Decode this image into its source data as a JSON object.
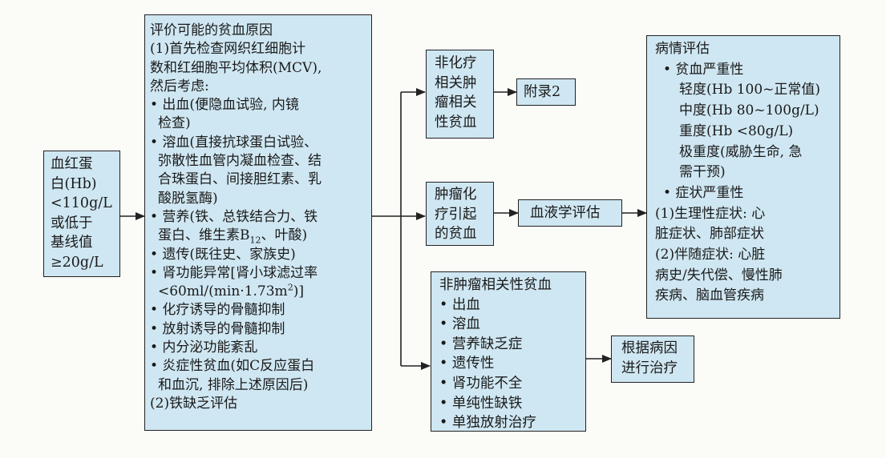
{
  "hb_box": {
    "lines": [
      "血红蛋",
      "白(Hb)",
      "<110g/L",
      "或低于",
      "基线值",
      "≥20g/L"
    ]
  },
  "causes_box": {
    "lines": [
      "评价可能的贫血原因",
      "(1)首先检查网织红细胞计",
      "数和红细胞平均体积(MCV),",
      "然后考虑:",
      "• 出血(便隐血试验, 内镜",
      "检查)",
      "• 溶血(直接抗球蛋白试验、",
      "弥散性血管内凝血检查、结",
      "合珠蛋白、间接胆红素、乳",
      "酸脱氢酶)",
      "• 营养(铁、总铁结合力、铁",
      "蛋白、维生素B",
      "12",
      "、叶酸)",
      "• 遗传(既往史、家族史)",
      "• 肾功能异常[肾小球滤过率",
      "<60ml/(min·1.73m",
      "2",
      ")]",
      "• 化疗诱导的骨髓抑制",
      "• 放射诱导的骨髓抑制",
      "• 内分泌功能紊乱",
      "• 炎症性贫血(如C反应蛋白",
      "和血沉, 排除上述原因后)",
      "(2)铁缺乏评估"
    ]
  },
  "nonchemo_box": {
    "lines": [
      "非化疗",
      "相关肿",
      "瘤相关",
      "性贫血"
    ]
  },
  "appendix_box": {
    "label": "附录2"
  },
  "chemo_box": {
    "lines": [
      "肿瘤化",
      "疗引起",
      "的贫血"
    ]
  },
  "hema_box": {
    "label": "血液学评估"
  },
  "nontumor_box": {
    "lines": [
      "非肿瘤相关性贫血",
      "• 出血",
      "• 溶血",
      "• 营养缺乏症",
      "• 遗传性",
      "• 肾功能不全",
      "• 单纯性缺铁",
      "• 单独放射治疗"
    ]
  },
  "treat_box": {
    "lines": [
      "根据病因",
      "进行治疗"
    ]
  },
  "eval_box": {
    "lines": [
      "病情评估",
      "• 贫血严重性",
      "轻度(Hb 100~正常值)",
      "中度(Hb 80~100g/L)",
      "重度(Hb <80g/L)",
      "极重度(威胁生命, 急",
      "需干预)",
      "• 症状严重性",
      "(1)生理性症状: 心",
      "脏症状、肺部症状",
      "(2)伴随症状: 心脏",
      "病史/失代偿、慢性肺",
      "疾病、脑血管疾病"
    ]
  },
  "colors": {
    "box_fill": "#cfe7f2",
    "border": "#222222",
    "background": "#fbfbf8"
  }
}
